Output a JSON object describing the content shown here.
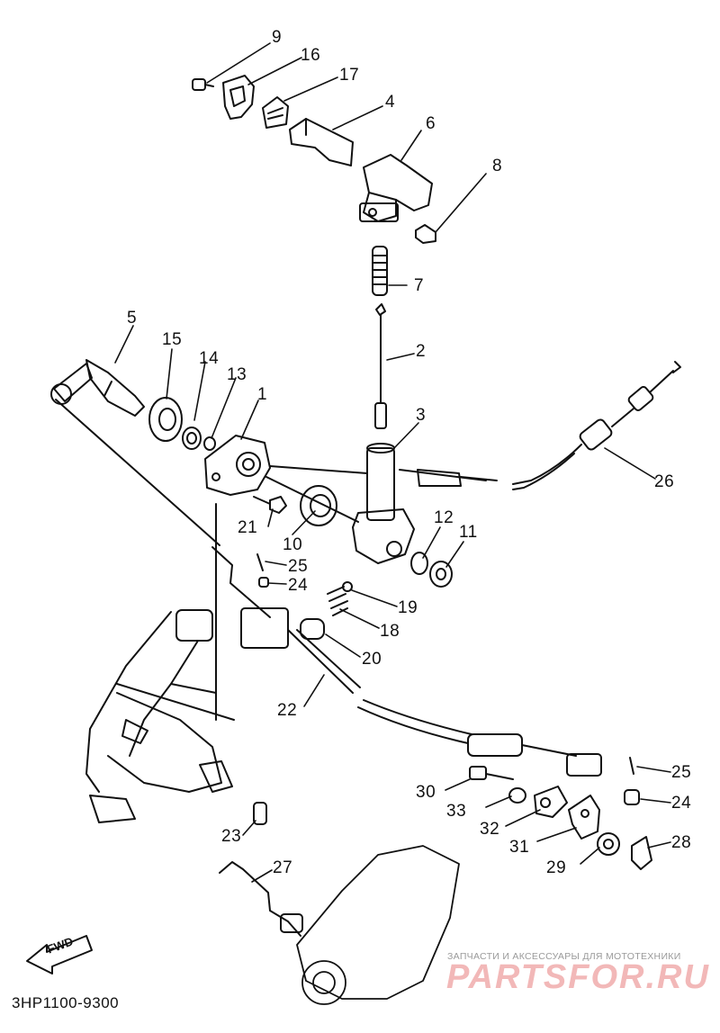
{
  "labels": {
    "p1": "1",
    "p2": "2",
    "p3": "3",
    "p4": "4",
    "p5": "5",
    "p6": "6",
    "p7": "7",
    "p8": "8",
    "p9": "9",
    "p10": "10",
    "p11": "11",
    "p12": "12",
    "p13": "13",
    "p14": "14",
    "p15": "15",
    "p16": "16",
    "p17": "17",
    "p18": "18",
    "p19": "19",
    "p20": "20",
    "p21": "21",
    "p22": "22",
    "p23": "23",
    "p24a": "24",
    "p24b": "24",
    "p25a": "25",
    "p25b": "25",
    "p26": "26",
    "p27": "27",
    "p28": "28",
    "p29": "29",
    "p30": "30",
    "p31": "31",
    "p32": "32",
    "p33": "33"
  },
  "fwd_label": "FWD",
  "diagram_code": "3HP1100-9300",
  "watermark": {
    "subtitle": "ЗАПЧАСТИ И АКСЕССУАРЫ ДЛЯ МОТОТЕХНИКИ",
    "logo_text": "PARTSFOR.RU",
    "color": "#f2b8b8"
  }
}
